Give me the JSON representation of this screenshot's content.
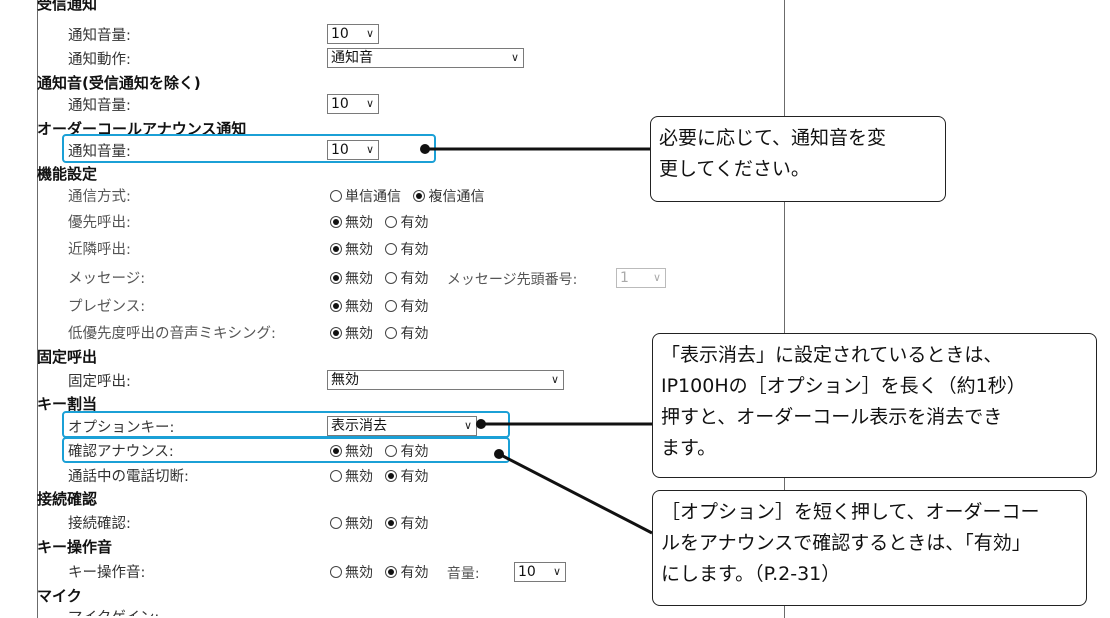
{
  "sections": {
    "s1": "受信通知",
    "s2": "通知音(受信通知を除く)",
    "s3": "オーダーコールアナウンス通知",
    "s4": "機能設定",
    "s5": "固定呼出",
    "s6": "キー割当",
    "s7": "接続確認",
    "s8": "キー操作音",
    "s9": "マイク"
  },
  "rows": {
    "r1_label": "通知音量:",
    "r1_value": "10",
    "r2_label": "通知動作:",
    "r2_value": "通知音",
    "r3_label": "通知音量:",
    "r3_value": "10",
    "r4_label": "通知音量:",
    "r4_value": "10",
    "r5_label": "通信方式:",
    "r5_opt1": "単信通信",
    "r5_opt2": "複信通信",
    "r6_label": "優先呼出:",
    "r7_label": "近隣呼出:",
    "r8_label": "メッセージ:",
    "r8_extra_label": "メッセージ先頭番号:",
    "r8_extra_value": "1",
    "r9_label": "プレゼンス:",
    "r10_label": "低優先度呼出の音声ミキシング:",
    "r11_label": "固定呼出:",
    "r11_value": "無効",
    "r12_label": "オプションキー:",
    "r12_value": "表示消去",
    "r13_label": "確認アナウンス:",
    "r14_label": "通話中の電話切断:",
    "r15_label": "接続確認:",
    "r16_label": "キー操作音:",
    "r16_extra_label": "音量:",
    "r16_extra_value": "10",
    "r17_label": "マイクゲイン:"
  },
  "radio": {
    "off": "無効",
    "on": "有効"
  },
  "icons": {
    "select_arrow": "chevron-down-icon",
    "select_arrow_char": "∨"
  },
  "callouts": {
    "c1": [
      "必要に応じて、通知音を変",
      "更してください。"
    ],
    "c2": [
      "「表示消去」に設定されているときは、",
      "IP100Hの［オプション］を長く（約1秒）",
      "押すと、オーダーコール表示を消去でき",
      "ます。"
    ],
    "c3": [
      "［オプション］を短く押して、オーダーコー",
      "ルをアナウンスで確認するときは、「有効」",
      "にします。（P.2-31）"
    ]
  },
  "colors": {
    "highlight": "#1ba0d6",
    "border": "#6b6b6b"
  }
}
